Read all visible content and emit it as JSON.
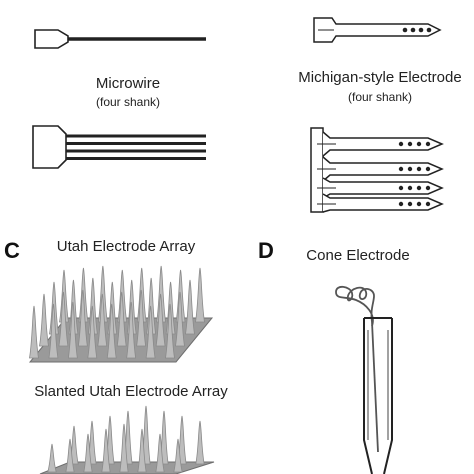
{
  "panels": {
    "a": {
      "title": "Microwire",
      "subtitle": "(four shank)"
    },
    "b": {
      "title": "Michigan-style Electrode",
      "subtitle": "(four shank)"
    },
    "c": {
      "letter": "C",
      "title": "Utah Electrode Array",
      "title2": "Slanted Utah Electrode Array"
    },
    "d": {
      "letter": "D",
      "title": "Cone Electrode"
    }
  },
  "colors": {
    "ink": "#222222",
    "platform": "#9a9a9a",
    "spike": "#bdbdbd",
    "spike_edge": "#8a8a8a"
  }
}
